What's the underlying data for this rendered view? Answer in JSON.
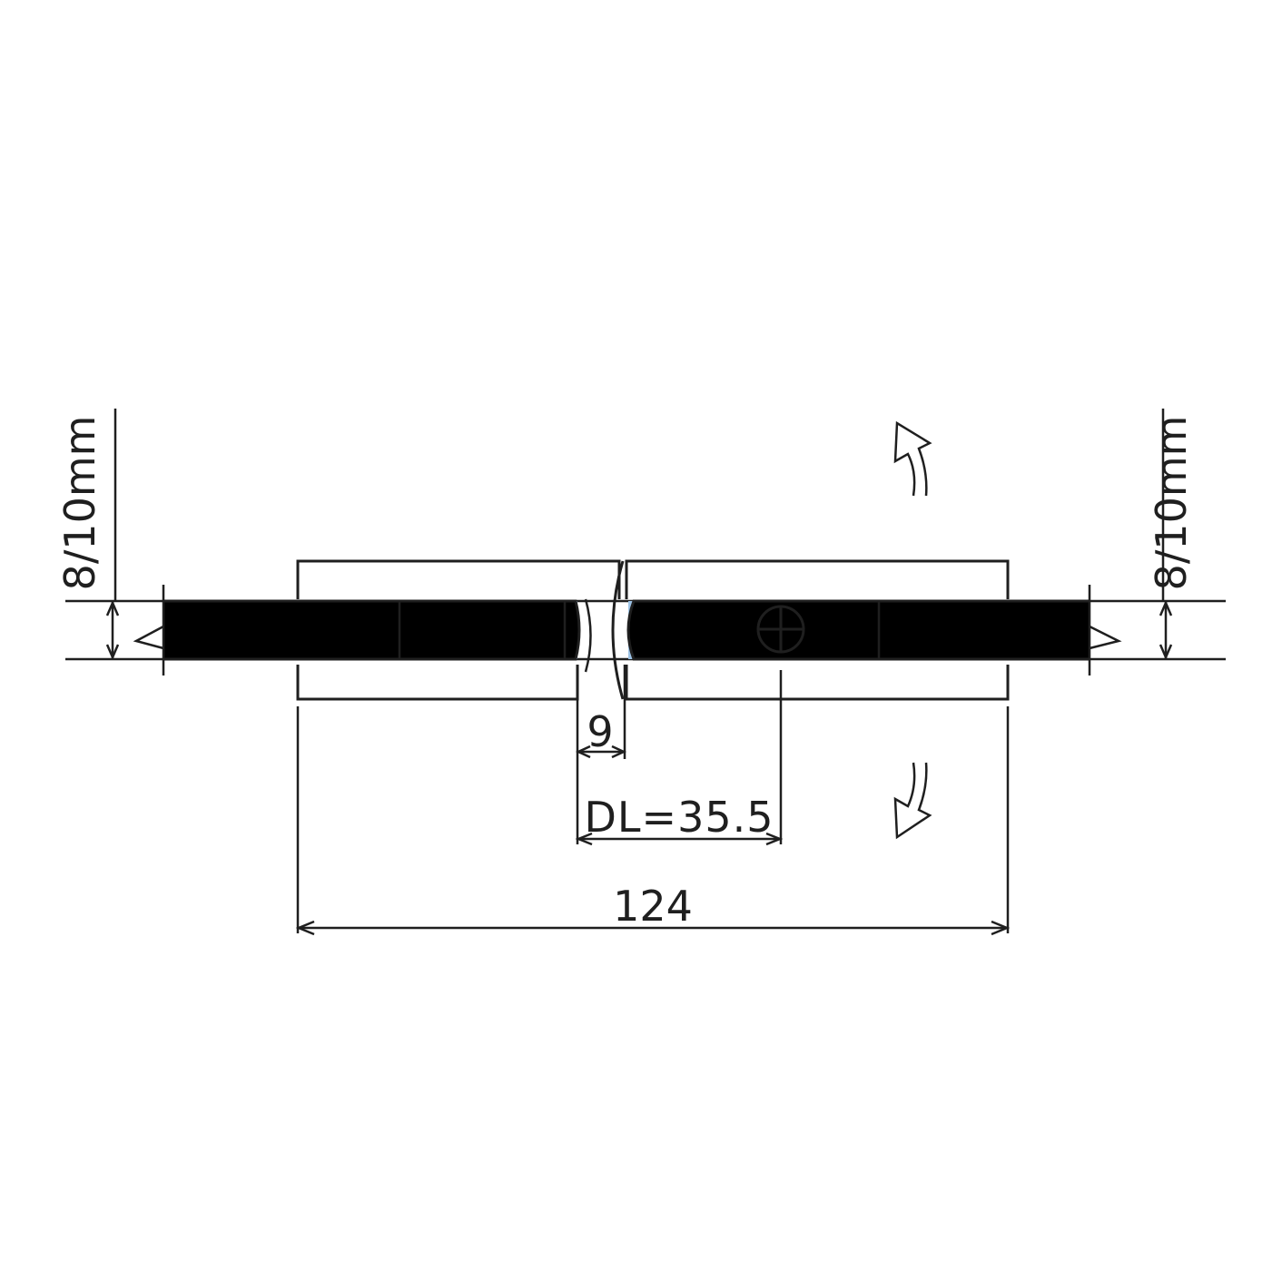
{
  "dimensions": {
    "glass_thickness_left": "8/10mm",
    "glass_thickness_right": "8/10mm",
    "gap": "9",
    "dl": "DL=35.5",
    "overall_length": "124"
  },
  "colors": {
    "glass_dark": "#9dc3e6",
    "glass_light": "#e7f0fa",
    "line": "#1f1f1f",
    "background": "#ffffff"
  },
  "icons": {
    "swing_arrow_up": "curved-arrow-up-icon",
    "swing_arrow_down": "curved-arrow-down-icon",
    "screw": "screw-head-icon",
    "break_mark": "glass-break-icon"
  }
}
